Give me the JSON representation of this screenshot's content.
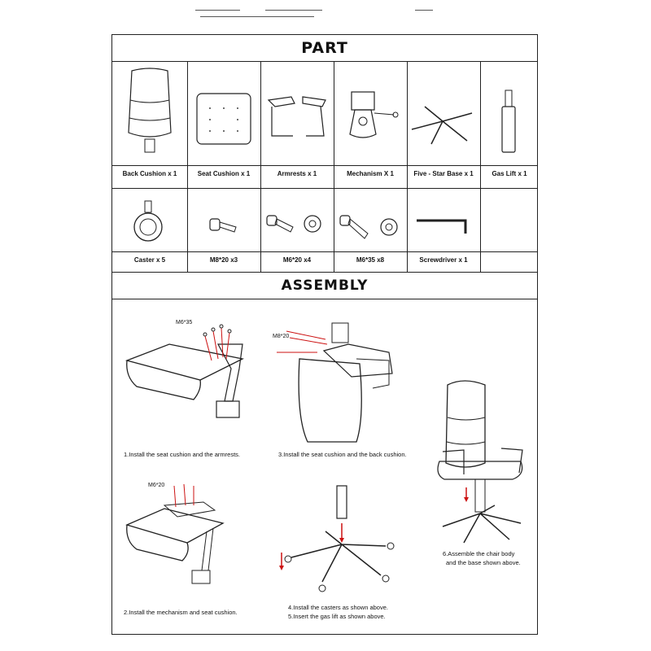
{
  "sections": {
    "parts_title": "PART",
    "assembly_title": "ASSEMBLY"
  },
  "parts": [
    {
      "label": "Back Cushion  x 1"
    },
    {
      "label": "Seat Cushion  x 1"
    },
    {
      "label": "Armrests  x 1"
    },
    {
      "label": "Mechanism  X 1"
    },
    {
      "label": "Five - Star Base  x 1"
    },
    {
      "label": "Gas Lift  x 1"
    },
    {
      "label": "Caster  x 5"
    },
    {
      "label": "M8*20  x3"
    },
    {
      "label": "M6*20  x4"
    },
    {
      "label": "M6*35  x8"
    },
    {
      "label": "Screwdriver  x 1"
    }
  ],
  "callouts": {
    "m635": "M6*35",
    "m820": "M8*20",
    "m620": "M6*20"
  },
  "steps": {
    "s1": "1.Install the seat cushion and the armrests.",
    "s2": "2.Install the mechanism and seat cushion.",
    "s3": "3.Install the seat cushion and the back cushion.",
    "s4a": "4.Install the casters as shown above.",
    "s4b": "5.Insert the gas lift as shown above.",
    "s6a": "6.Assemble the chair body",
    "s6b": "and the base  shown above."
  },
  "colors": {
    "line": "#222222",
    "arrow": "#cc1111"
  }
}
